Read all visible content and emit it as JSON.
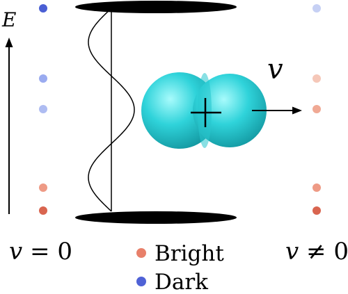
{
  "labels": {
    "energy_axis": "E",
    "velocity": "v",
    "rest_label_v": "v",
    "rest_label_rel": " = 0",
    "moving_label_v": "v",
    "moving_label_rel": " ≠ 0"
  },
  "legend": [
    {
      "label": "Bright",
      "color": "#e8806a"
    },
    {
      "label": "Dark",
      "color": "#4f62d6"
    }
  ],
  "levels_rest": [
    {
      "kind": "dark",
      "color": "#4a5fd4"
    },
    {
      "kind": "dark",
      "color": "#9aabf0"
    },
    {
      "kind": "dark",
      "color": "#aebcf2"
    },
    {
      "kind": "bright",
      "color": "#ee9a85"
    },
    {
      "kind": "bright",
      "color": "#d9654f"
    }
  ],
  "levels_moving": [
    {
      "kind": "dark",
      "color": "#c6d0f4"
    },
    {
      "kind": "bright",
      "color": "#f5c7b8"
    },
    {
      "kind": "bright",
      "color": "#f0a994"
    },
    {
      "kind": "bright",
      "color": "#ee9a85"
    },
    {
      "kind": "bright",
      "color": "#d9654f"
    }
  ],
  "colors": {
    "molecule": "#2ecfd6",
    "molecule_highlight": "#9af5f7",
    "molecule_shadow": "#12929a",
    "mirror": "#000000"
  }
}
